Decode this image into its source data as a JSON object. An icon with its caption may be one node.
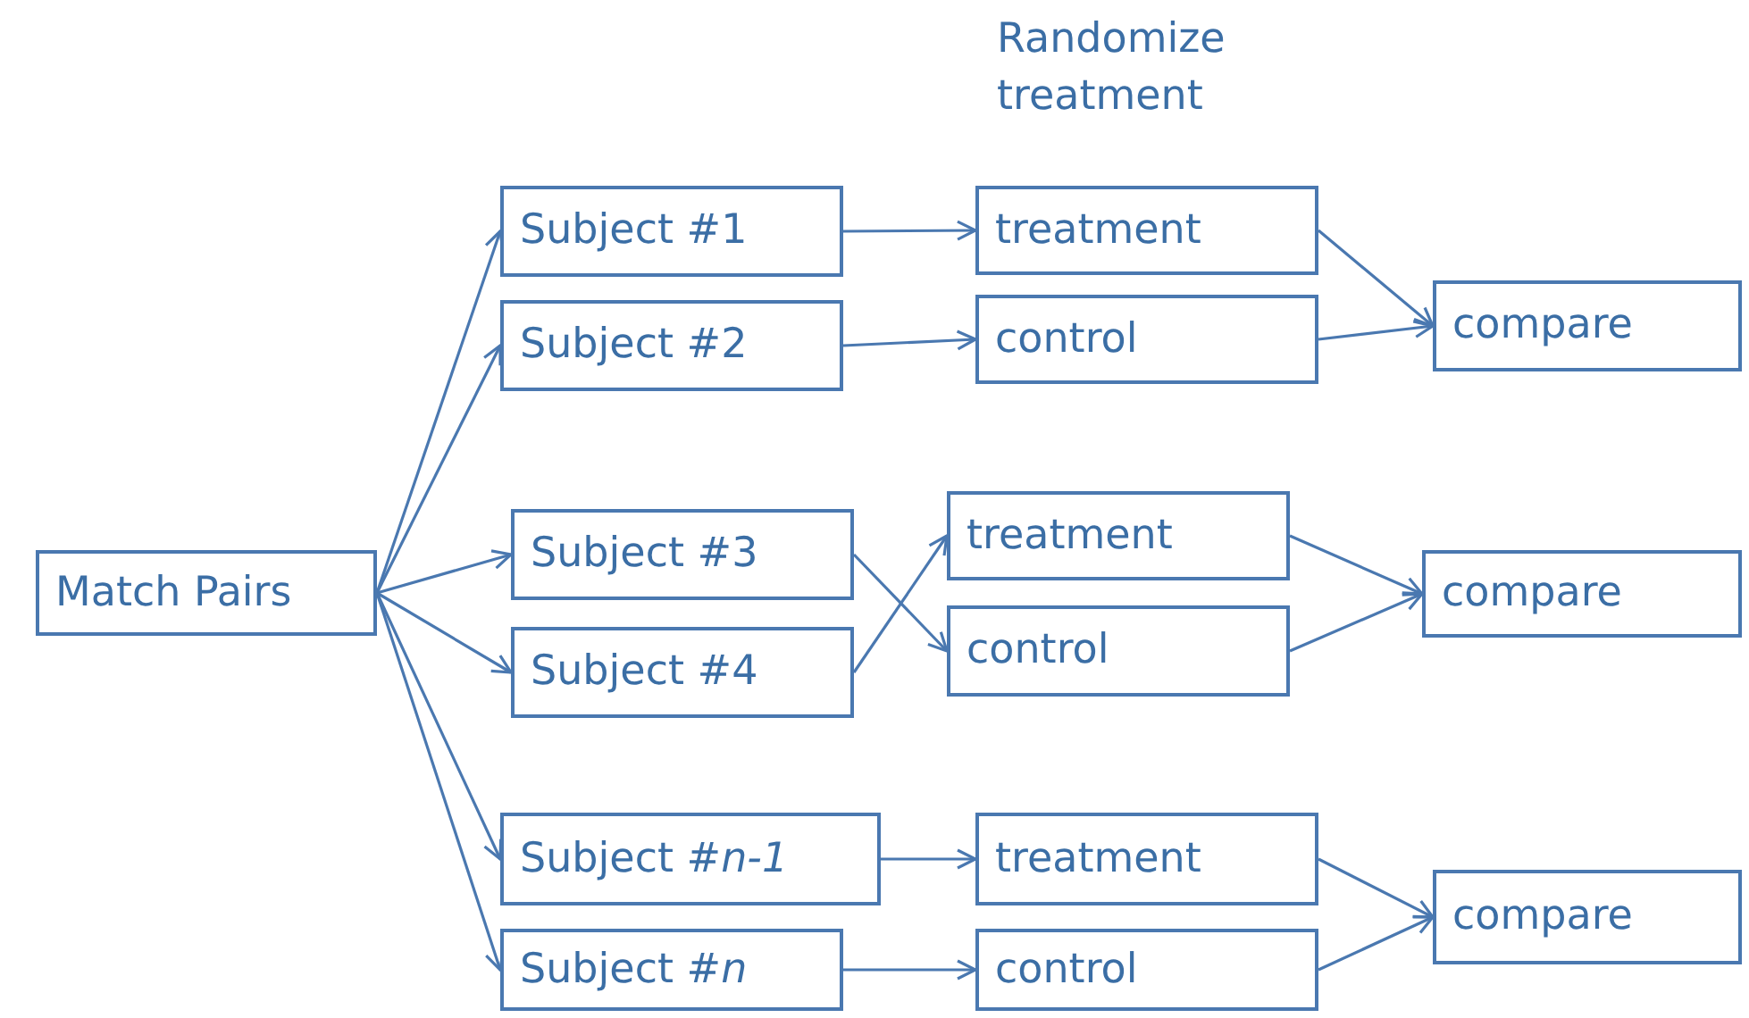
{
  "diagram": {
    "nodes": [
      {
        "text": [
          "Match Pairs"
        ]
      },
      {
        "text": [
          "Subject #1"
        ]
      },
      {
        "text": [
          "Subject #2"
        ]
      },
      {
        "text": [
          "Subject #3"
        ]
      },
      {
        "text": [
          "Subject #4"
        ]
      },
      {
        "text": [
          "Subject #*n-1*"
        ]
      },
      {
        "text": [
          "Subject #*n*"
        ]
      },
      {
        "text": [
          "treatment"
        ]
      },
      {
        "text": [
          "control"
        ]
      },
      {
        "text": [
          "compare"
        ]
      },
      {
        "text": [
          "treatment"
        ]
      },
      {
        "text": [
          "control"
        ]
      },
      {
        "text": [
          "compare"
        ]
      },
      {
        "text": [
          "treatment"
        ]
      },
      {
        "text": [
          "control"
        ]
      },
      {
        "text": [
          "compare"
        ]
      }
    ],
    "edges": [
      {
        "from": 0,
        "to": 1,
        "arrow": "to"
      },
      {
        "from": 0,
        "to": 2,
        "arrow": "to"
      },
      {
        "from": 0,
        "to": 3,
        "arrow": "to"
      },
      {
        "from": 0,
        "to": 4,
        "arrow": "to"
      },
      {
        "from": 0,
        "to": 5,
        "arrow": "to"
      },
      {
        "from": 0,
        "to": 6,
        "arrow": "to"
      },
      {
        "from": 1,
        "to": 7,
        "arrow": "to"
      },
      {
        "from": 2,
        "to": 8,
        "arrow": "to"
      },
      {
        "from": 3,
        "to": 11,
        "arrow": "to"
      },
      {
        "from": 4,
        "to": 10,
        "arrow": "to"
      },
      {
        "from": 5,
        "to": 13,
        "arrow": "to"
      },
      {
        "from": 6,
        "to": 14,
        "arrow": "to"
      },
      {
        "from": 7,
        "to": 9,
        "arrow": "to"
      },
      {
        "from": 8,
        "to": 9,
        "arrow": "to"
      },
      {
        "from": 10,
        "to": 12,
        "arrow": "to"
      },
      {
        "from": 11,
        "to": 12,
        "arrow": "to"
      },
      {
        "from": 13,
        "to": 15,
        "arrow": "to"
      },
      {
        "from": 14,
        "to": 15,
        "arrow": "to"
      }
    ],
    "labels": [
      "Randomize treatment"
    ]
  }
}
